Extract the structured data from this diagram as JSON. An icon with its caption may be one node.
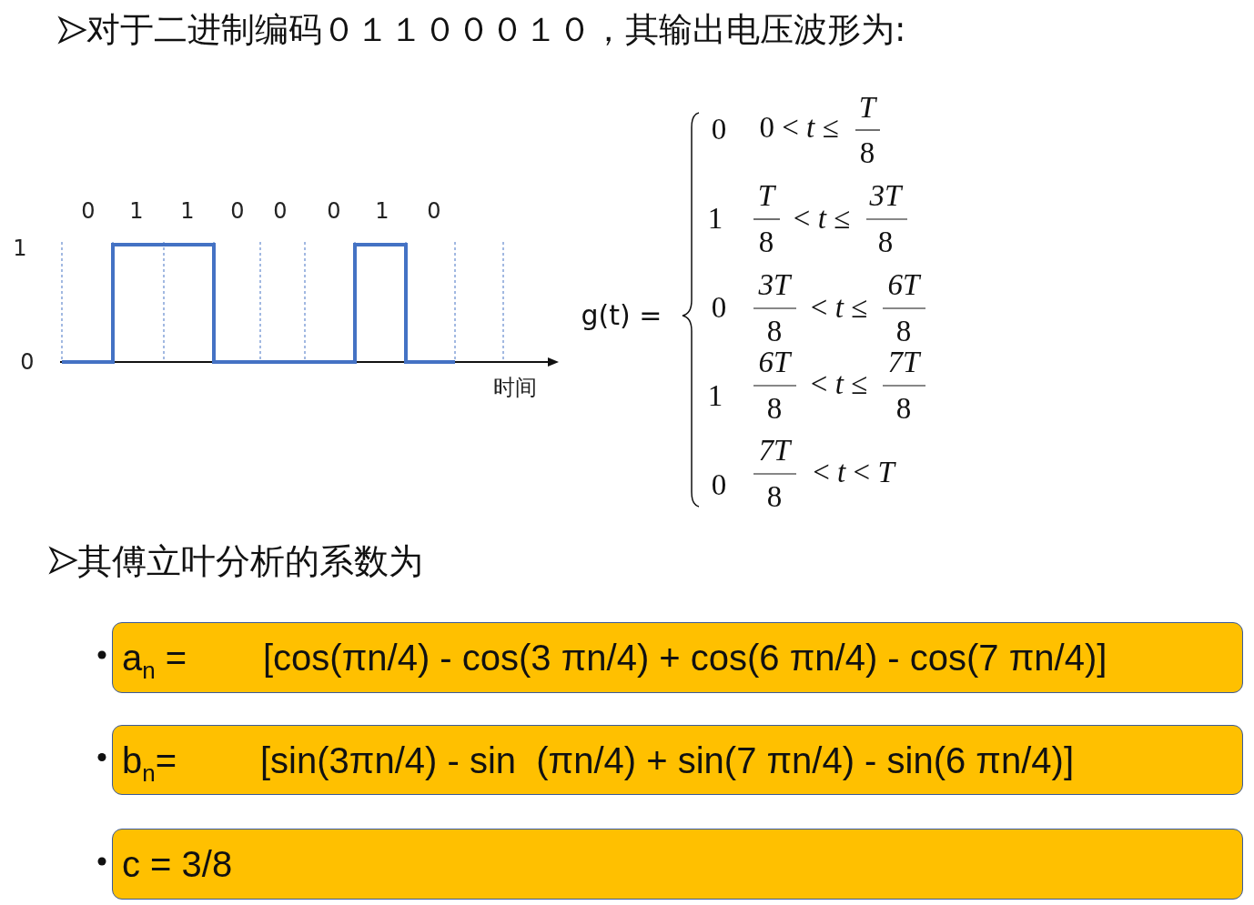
{
  "diagram": {
    "title": "对于二进制编码０１１０００１０，其输出电压波形为:",
    "nodes": [
      {
        "text": [
          "a$_{n}$ =",
          "[cos(πn/4) - cos(3 πn/4) + cos(6 πn/4) - cos(7 πn/4)]"
        ]
      },
      {
        "text": [
          "b$_{n}$=",
          "[sin(3πn/4) - sin  (πn/4) + sin(7 πn/4) - sin(6 πn/4)]"
        ]
      },
      {
        "text": [
          "c = 3/8"
        ]
      }
    ],
    "edges": [],
    "labels": [
      "0",
      "1",
      "1",
      "0",
      "0",
      "0",
      "1",
      "0",
      "1",
      "0",
      "时间",
      "g(t) =",
      "0",
      "0 < *t* ≤",
      "T",
      "8",
      "1",
      "T",
      "8",
      "< *t* ≤",
      "3T",
      "8",
      "0",
      "3T",
      "8",
      "< *t* ≤",
      "6T",
      "8",
      "1",
      "6T",
      "8",
      "< *t* ≤",
      "7T",
      "8",
      "0",
      "7T",
      "8",
      "< *t* < *T*",
      "其傅立叶分析的系数为"
    ]
  }
}
